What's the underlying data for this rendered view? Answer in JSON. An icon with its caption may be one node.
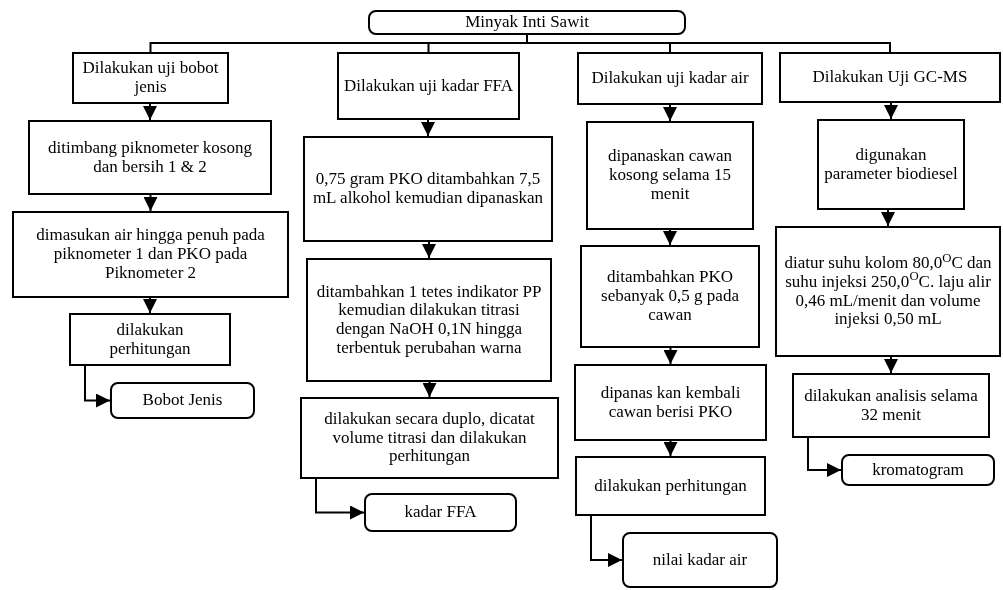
{
  "diagram": {
    "nodes": [
      {
        "text": [
          "Minyak Inti Sawit"
        ]
      },
      {
        "text": [
          "Dilakukan uji bobot jenis"
        ]
      },
      {
        "text": [
          "ditimbang piknometer kosong dan bersih 1 & 2"
        ]
      },
      {
        "text": [
          "dimasukan air hingga penuh pada piknometer 1 dan PKO pada Piknometer 2"
        ]
      },
      {
        "text": [
          "dilakukan perhitungan"
        ]
      },
      {
        "text": [
          "Bobot Jenis"
        ]
      },
      {
        "text": [
          "Dilakukan uji kadar FFA"
        ]
      },
      {
        "text": [
          "0,75 gram PKO ditambahkan 7,5 mL alkohol kemudian dipanaskan"
        ]
      },
      {
        "text": [
          "ditambahkan 1 tetes indikator PP kemudian dilakukan titrasi dengan NaOH 0,1N hingga terbentuk perubahan warna"
        ]
      },
      {
        "text": [
          "dilakukan secara duplo, dicatat volume titrasi dan dilakukan perhitungan"
        ]
      },
      {
        "text": [
          "kadar FFA"
        ]
      },
      {
        "text": [
          "Dilakukan uji kadar air"
        ]
      },
      {
        "text": [
          "dipanaskan cawan kosong selama 15 menit"
        ]
      },
      {
        "text": [
          "ditambahkan PKO sebanyak 0,5 g pada cawan"
        ]
      },
      {
        "text": [
          "dipanas kan kembali cawan berisi PKO"
        ]
      },
      {
        "text": [
          "dilakukan perhitungan"
        ]
      },
      {
        "text": [
          "nilai kadar air"
        ]
      },
      {
        "text": [
          "Dilakukan Uji GC-MS"
        ]
      },
      {
        "text": [
          "digunakan parameter biodiesel"
        ]
      },
      {
        "text": [
          "diatur suhu kolom 80,0$^{O}$C dan suhu injeksi 250,0$^{O}$C. laju alir 0,46 mL/menit dan volume injeksi 0,50 mL"
        ]
      },
      {
        "text": [
          "dilakukan analisis selama 32 menit"
        ]
      },
      {
        "text": [
          "kromatogram"
        ]
      }
    ],
    "edges": [
      {
        "from": 0,
        "to": 1,
        "arrow": "none"
      },
      {
        "from": 0,
        "to": 6,
        "arrow": "none"
      },
      {
        "from": 0,
        "to": 11,
        "arrow": "none"
      },
      {
        "from": 0,
        "to": 17,
        "arrow": "none"
      },
      {
        "from": 1,
        "to": 2,
        "arrow": "to"
      },
      {
        "from": 2,
        "to": 3,
        "arrow": "to"
      },
      {
        "from": 3,
        "to": 4,
        "arrow": "to"
      },
      {
        "from": 4,
        "to": 5,
        "arrow": "to"
      },
      {
        "from": 6,
        "to": 7,
        "arrow": "to"
      },
      {
        "from": 7,
        "to": 8,
        "arrow": "to"
      },
      {
        "from": 8,
        "to": 9,
        "arrow": "to"
      },
      {
        "from": 9,
        "to": 10,
        "arrow": "to"
      },
      {
        "from": 11,
        "to": 12,
        "arrow": "to"
      },
      {
        "from": 12,
        "to": 13,
        "arrow": "to"
      },
      {
        "from": 13,
        "to": 14,
        "arrow": "to"
      },
      {
        "from": 14,
        "to": 15,
        "arrow": "to"
      },
      {
        "from": 15,
        "to": 16,
        "arrow": "to"
      },
      {
        "from": 17,
        "to": 18,
        "arrow": "to"
      },
      {
        "from": 18,
        "to": 19,
        "arrow": "to"
      },
      {
        "from": 19,
        "to": 20,
        "arrow": "to"
      },
      {
        "from": 20,
        "to": 21,
        "arrow": "to"
      }
    ]
  }
}
